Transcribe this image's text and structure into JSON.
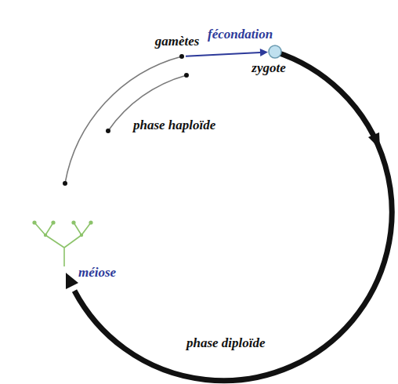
{
  "diagram": {
    "nodes": [
      {
        "text": [
          "gamètes"
        ]
      },
      {
        "text": [
          "zygote"
        ]
      }
    ],
    "edges": [
      {
        "from": 0,
        "to": 1,
        "arrow": "to",
        "label": "fécondation"
      }
    ],
    "labels": [
      "phase haploïde",
      "méiose",
      "phase diploïde"
    ]
  }
}
